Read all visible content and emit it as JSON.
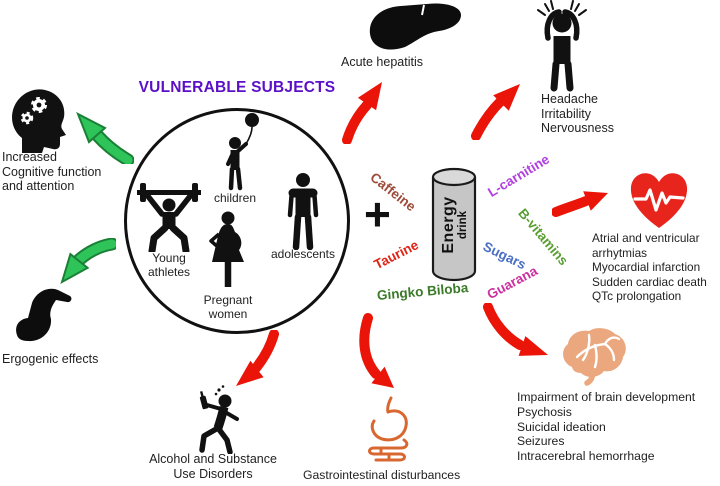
{
  "title": {
    "text": "VULNERABLE SUBJECTS",
    "color": "#5b10c8"
  },
  "vulnerable_circle": {
    "young_athletes": "Young athletes",
    "children": "children",
    "pregnant_women": "Pregnant women",
    "adolescents": "adolescents"
  },
  "positive_effects": {
    "cognitive": {
      "lines": [
        "Increased",
        "Cognitive function",
        "and attention"
      ]
    },
    "ergogenic": "Ergogenic effects"
  },
  "center": {
    "plus_sign": "+",
    "can": {
      "line1": "Energy",
      "line2": "drink"
    },
    "ingredients": {
      "caffeine": {
        "name": "Caffeine",
        "color": "#9e4a38"
      },
      "taurine": {
        "name": "Taurine",
        "color": "#e02416"
      },
      "gingko": {
        "name": "Gingko Biloba",
        "color": "#3a7a28"
      },
      "l_carnitine": {
        "name": "L-carnitine",
        "color": "#b13fe0"
      },
      "b_vitamins": {
        "name": "B-vitamins",
        "color": "#5a9e32"
      },
      "sugars": {
        "name": "Sugars",
        "color": "#4a6fc4"
      },
      "guarana": {
        "name": "Guarana",
        "color": "#cc2f9e"
      }
    }
  },
  "adverse_effects": {
    "hepatic": "Acute hepatitis",
    "neurologic": {
      "lines": [
        "Headache",
        "Irritability",
        "Nervousness"
      ]
    },
    "cardiac": {
      "lines": [
        "Atrial and ventricular",
        "arrhytmias",
        "Myocardial infarction",
        "Sudden cardiac death",
        "QTc prolongation"
      ]
    },
    "brain": {
      "lines": [
        "Impairment of brain development",
        "Psychosis",
        "Suicidal ideation",
        "Seizures",
        "Intracerebral hemorrhage"
      ]
    },
    "gastrointestinal": "Gastrointestinal disturbances",
    "substance": {
      "lines": [
        "Alcohol and Substance",
        "Use Disorders"
      ]
    }
  },
  "colors": {
    "arrow_red": "#ea1508",
    "arrow_green": "#2ec45a",
    "arrow_green_dark": "#1a8035",
    "heart": "#e8251d",
    "brain": "#eba87e",
    "stomach_outline": "#d96830",
    "figure_black": "#111111"
  }
}
